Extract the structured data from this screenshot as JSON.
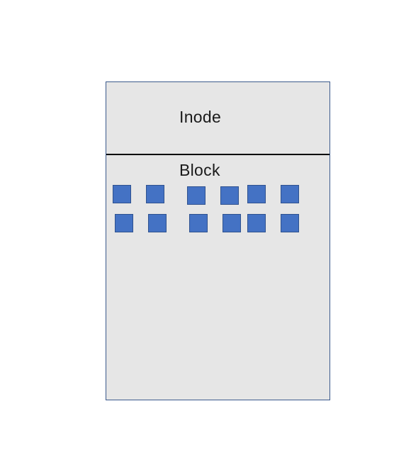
{
  "diagram": {
    "inode_label": "Inode",
    "block_label": "Block",
    "colors": {
      "container_fill": "#e6e6e6",
      "container_border": "#3b5a8c",
      "divider": "#000000",
      "block_fill": "#4472c4",
      "block_border": "#2f528f"
    },
    "block_count": 12
  }
}
